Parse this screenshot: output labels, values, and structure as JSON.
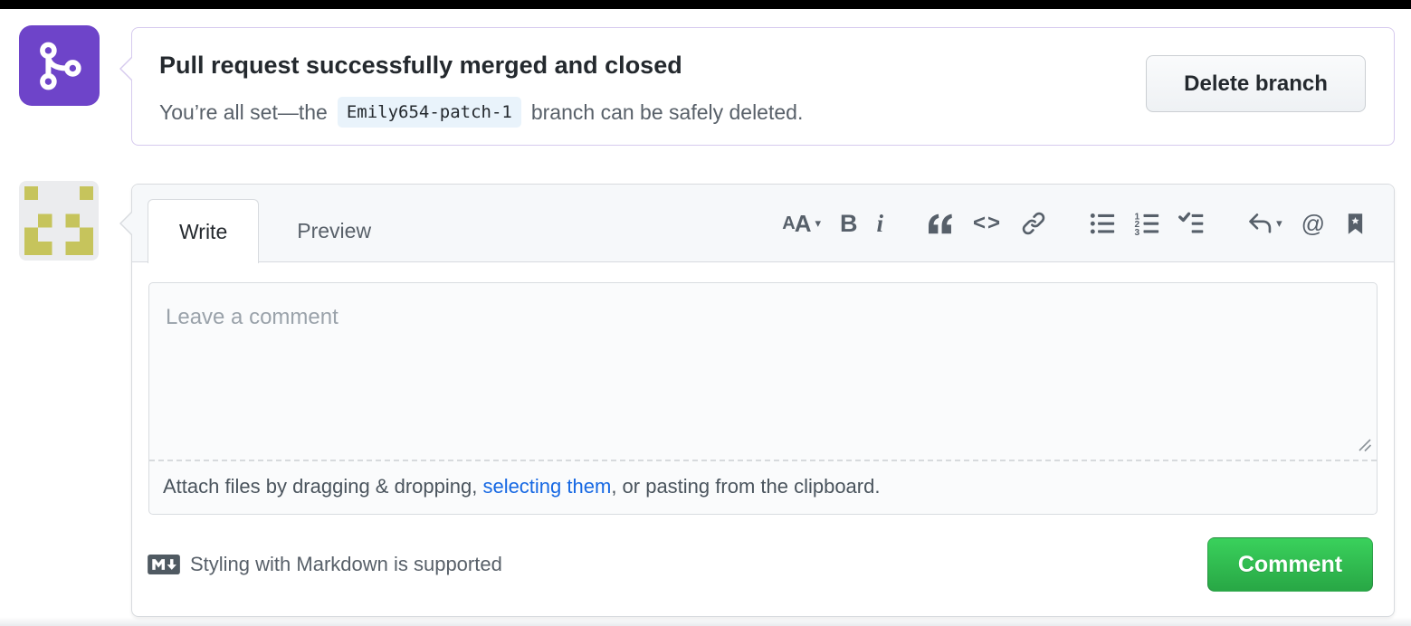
{
  "colors": {
    "merged_purple": "#6e44c9",
    "banner_border": "#d6caee",
    "button_green_top": "#3ad15c",
    "button_green_bottom": "#28a745",
    "link_blue": "#1668e3",
    "identicon": "#c6c45c",
    "icon_gray": "#57606a"
  },
  "banner": {
    "title": "Pull request successfully merged and closed",
    "message_before": "You’re all set—the",
    "branch_name": "Emily654-patch-1",
    "message_after": "branch can be safely deleted.",
    "delete_button_label": "Delete branch"
  },
  "avatar": {
    "pattern": [
      [
        0,
        0
      ],
      [
        4,
        0
      ],
      [
        1,
        2
      ],
      [
        3,
        2
      ],
      [
        0,
        3
      ],
      [
        4,
        3
      ],
      [
        0,
        4
      ],
      [
        1,
        4
      ],
      [
        3,
        4
      ],
      [
        4,
        4
      ]
    ]
  },
  "comment_form": {
    "tabs": [
      {
        "label": "Write",
        "active": true
      },
      {
        "label": "Preview",
        "active": false
      }
    ],
    "caret_glyph": "▾",
    "toolbar_items": [
      {
        "name": "text-size",
        "glyph": "AA"
      },
      {
        "name": "bold",
        "glyph": "B"
      },
      {
        "name": "italic",
        "glyph": "i"
      },
      {
        "name": "quote"
      },
      {
        "name": "code",
        "glyph": "<>"
      },
      {
        "name": "link"
      },
      {
        "name": "unordered-list"
      },
      {
        "name": "ordered-list"
      },
      {
        "name": "task-list"
      },
      {
        "name": "saved-reply"
      },
      {
        "name": "mention",
        "glyph": "@"
      },
      {
        "name": "cross-reference"
      }
    ],
    "placeholder": "Leave a comment",
    "attach": {
      "before": "Attach files by dragging & dropping, ",
      "link": "selecting them",
      "after": ", or pasting from the clipboard."
    },
    "markdown_note": "Styling with Markdown is supported",
    "comment_button_label": "Comment"
  }
}
